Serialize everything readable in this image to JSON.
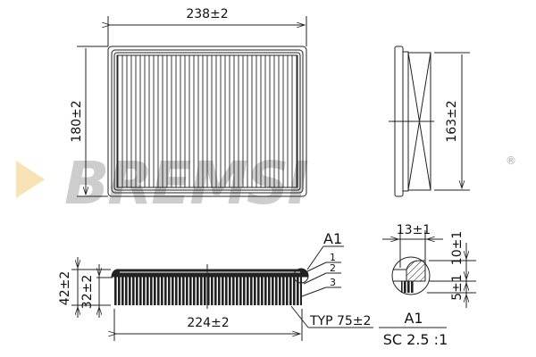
{
  "brand": {
    "name": "BREMSI",
    "registered_mark": "®",
    "colors": {
      "logo_gray": "#bdbdbd",
      "arrow_yellow": "#f7e3b5"
    }
  },
  "drawing": {
    "top_view": {
      "width_dim": "238±2",
      "height_dim": "180±2"
    },
    "side_view": {
      "height_dim": "163±2"
    },
    "section_view": {
      "overall_height": "42±2",
      "pleat_height": "32±2",
      "pleat_width": "224±2",
      "pleat_count": "TYP 75±2",
      "detail_ref": "A1",
      "callouts": [
        "1",
        "2",
        "3"
      ]
    },
    "detail_A1": {
      "width_dim": "13±1",
      "upper_dim": "10±1",
      "lower_dim": "5±1",
      "title": "A1",
      "scale": "SC 2.5 :1"
    }
  }
}
